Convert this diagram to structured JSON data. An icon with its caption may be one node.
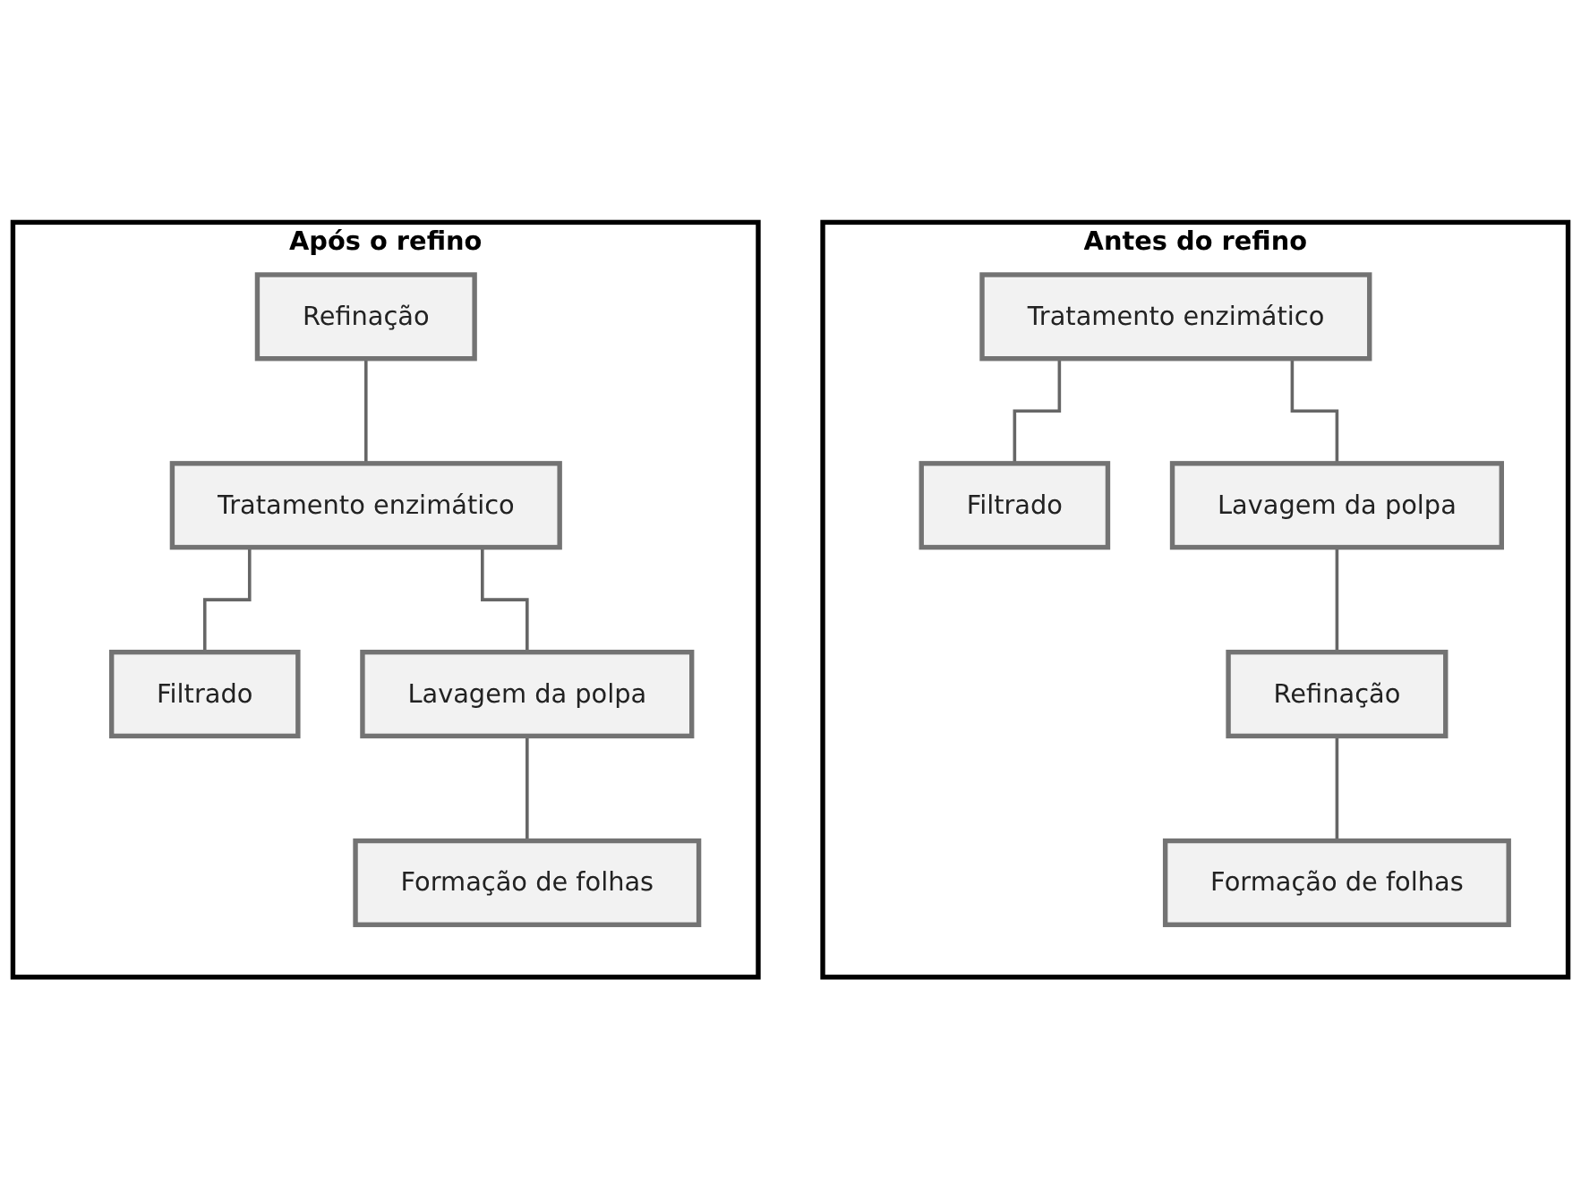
{
  "diagram": {
    "nodes": [
      {
        "text": [
          "Antes do refino"
        ]
      },
      {
        "text": [
          "Tratamento enzimático"
        ],
        "in": 0
      },
      {
        "text": [
          "Filtrado"
        ],
        "in": 0
      },
      {
        "text": [
          "Lavagem da polpa"
        ],
        "in": 0
      },
      {
        "text": [
          "Refinação"
        ],
        "in": 0
      },
      {
        "text": [
          "Formação de folhas"
        ],
        "in": 0
      },
      {
        "text": [
          "Após o refino"
        ]
      },
      {
        "text": [
          "Refinação"
        ],
        "in": 6
      },
      {
        "text": [
          "Tratamento enzimático"
        ],
        "in": 6
      },
      {
        "text": [
          "Filtrado"
        ],
        "in": 6
      },
      {
        "text": [
          "Lavagem da polpa"
        ],
        "in": 6
      },
      {
        "text": [
          "Formação de folhas"
        ],
        "in": 6
      }
    ],
    "edges": [
      {
        "from": 1,
        "to": 2,
        "arrow": "none"
      },
      {
        "from": 1,
        "to": 3,
        "arrow": "none"
      },
      {
        "from": 3,
        "to": 4,
        "arrow": "none"
      },
      {
        "from": 4,
        "to": 5,
        "arrow": "none"
      },
      {
        "from": 7,
        "to": 8,
        "arrow": "none"
      },
      {
        "from": 8,
        "to": 9,
        "arrow": "none"
      },
      {
        "from": 8,
        "to": 10,
        "arrow": "none"
      },
      {
        "from": 10,
        "to": 11,
        "arrow": "none"
      }
    ]
  }
}
